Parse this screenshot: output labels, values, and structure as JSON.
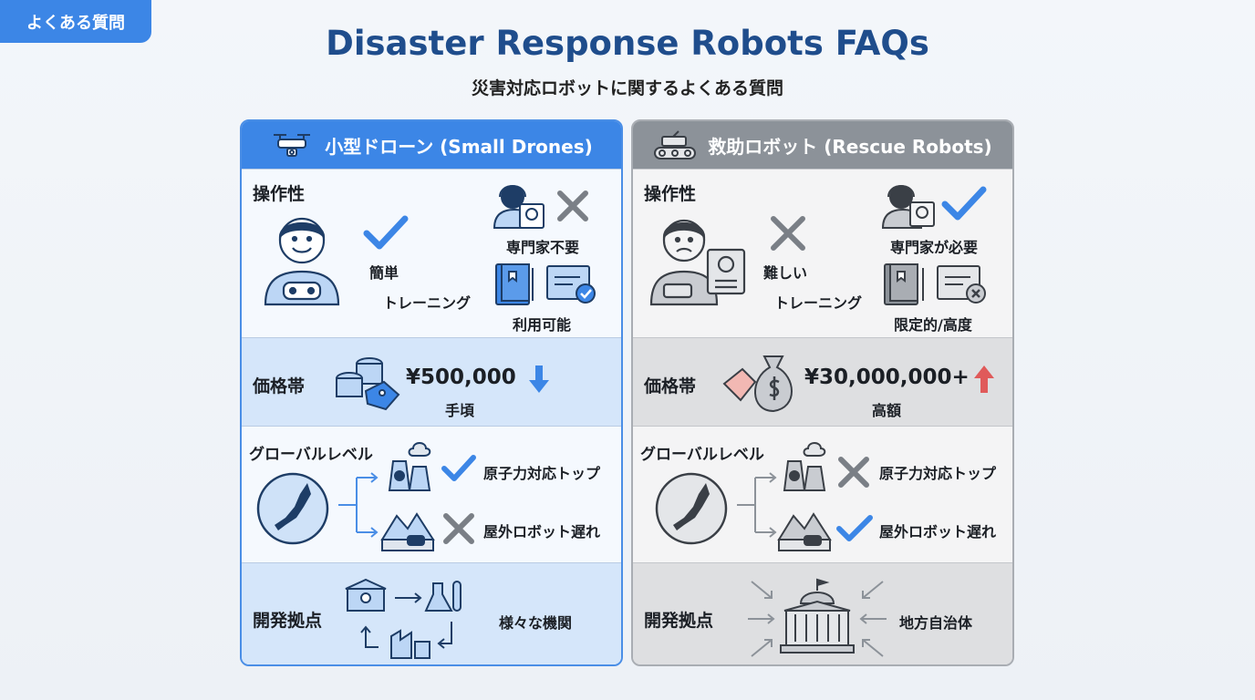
{
  "badge": "よくある質問",
  "title": "Disaster Response Robots FAQs",
  "subtitle": "災害対応ロボットに関するよくある質問",
  "colors": {
    "accent_blue": "#3c86e6",
    "title_blue": "#1f4d8c",
    "gray_header": "#8c9299",
    "arrow_up_red": "#e05a5a",
    "check_blue": "#3c86e6",
    "cross_gray": "#7a7f86"
  },
  "drones": {
    "header": "小型ドローン (Small Drones)",
    "header_icon": "drone-icon",
    "operability": {
      "label": "操作性",
      "easy": "簡単",
      "training": "トレーニング",
      "expert": "専門家不要",
      "available": "利用可能"
    },
    "price": {
      "label": "価格帯",
      "amount": "¥500,000",
      "note": "手頃",
      "trend_icon": "arrow-down-icon"
    },
    "global": {
      "label": "グローバルレベル",
      "nuclear": "原子力対応トップ",
      "outdoor": "屋外ロボット遅れ"
    },
    "dev": {
      "label": "開発拠点",
      "note": "様々な機関"
    }
  },
  "rescue": {
    "header": "救助ロボット (Rescue Robots)",
    "header_icon": "tracked-robot-icon",
    "operability": {
      "label": "操作性",
      "hard": "難しい",
      "training": "トレーニング",
      "expert": "専門家が必要",
      "limited": "限定的/高度"
    },
    "price": {
      "label": "価格帯",
      "amount": "¥30,000,000+",
      "note": "高額",
      "trend_icon": "arrow-up-icon"
    },
    "global": {
      "label": "グローバルレベル",
      "nuclear": "原子力対応トップ",
      "outdoor": "屋外ロボット遅れ"
    },
    "dev": {
      "label": "開発拠点",
      "note": "地方自治体"
    }
  }
}
